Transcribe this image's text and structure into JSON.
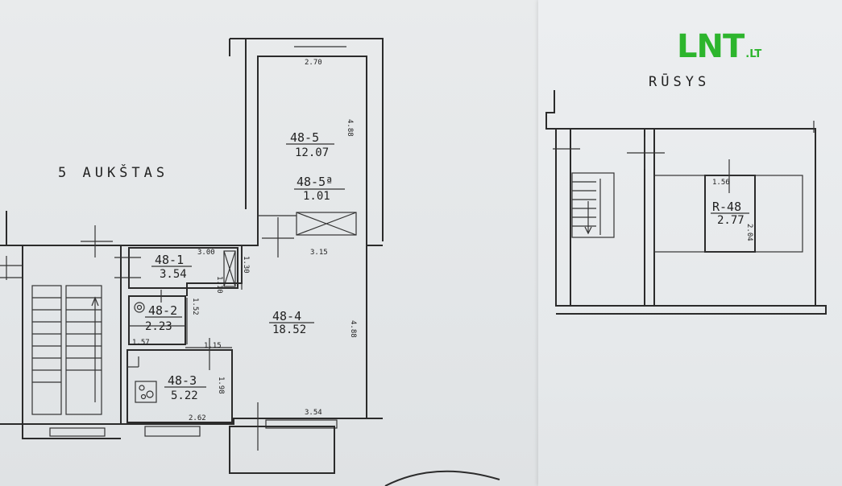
{
  "logo": {
    "main": "LNT",
    "tld": ".LT"
  },
  "floor_title": "5 AUKŠTAS",
  "basement_title": "RŪSYS",
  "rooms": [
    {
      "id": "48-5",
      "area": "12.07"
    },
    {
      "id": "48-5ª",
      "area": "1.01"
    },
    {
      "id": "48-1",
      "area": "3.54"
    },
    {
      "id": "48-2",
      "area": "2.23"
    },
    {
      "id": "48-3",
      "area": "5.22"
    },
    {
      "id": "48-4",
      "area": "18.52"
    },
    {
      "id": "R-48",
      "area": "2.77"
    }
  ],
  "dimensions": [
    "2.70",
    "4.88",
    "3.00",
    "1.30",
    "1.10",
    "1.52",
    "3.15",
    "4.88",
    "1.57",
    "1.15",
    "1.98",
    "2.62",
    "3.54",
    "1.56",
    "2.04"
  ]
}
